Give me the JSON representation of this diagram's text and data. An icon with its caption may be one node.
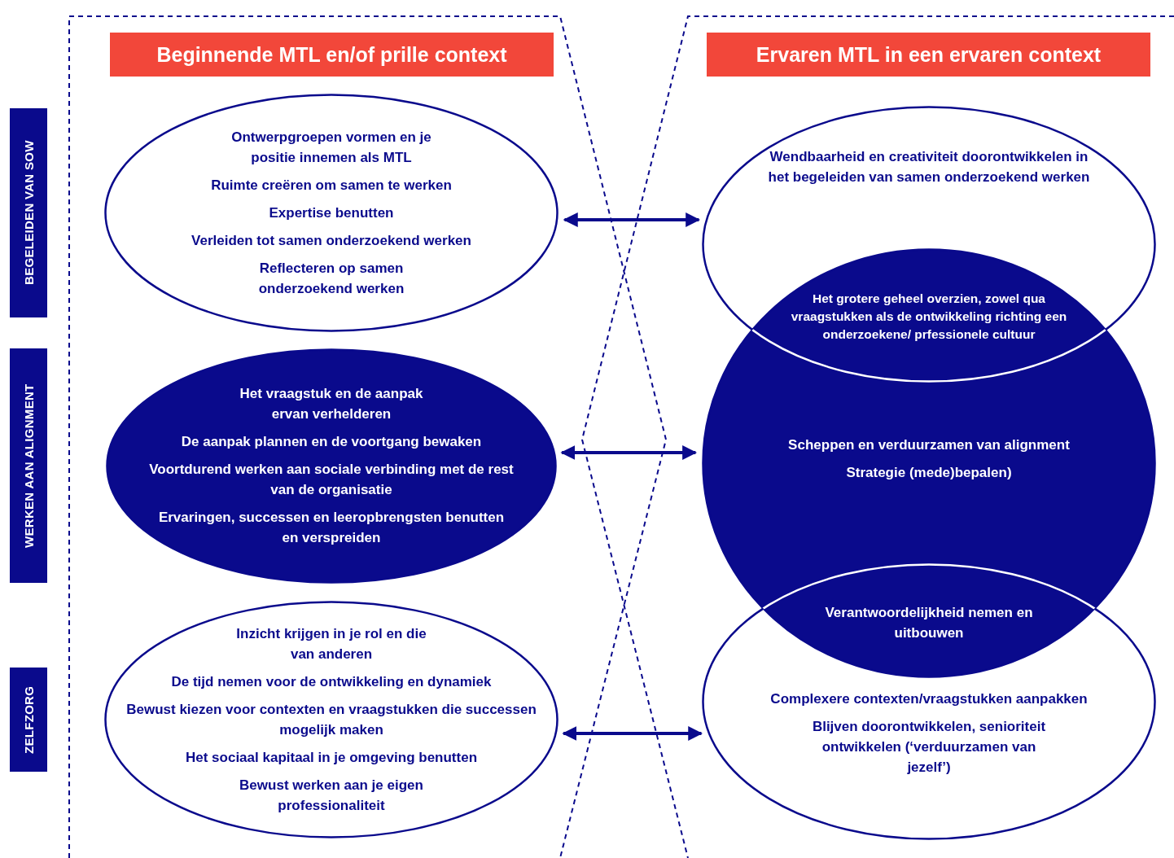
{
  "diagram": {
    "nodes": [
      {
        "text": [
          "Beginnende MTL en/of prille context"
        ]
      },
      {
        "text": [
          "Ervaren MTL in een ervaren context"
        ]
      },
      {
        "text": [
          "BEGELEIDEN VAN SOW"
        ]
      },
      {
        "text": [
          "WERKEN AAN ALIGNMENT"
        ]
      },
      {
        "text": [
          "ZELFZORG"
        ]
      },
      {
        "text": [
          "Ontwerpgroepen vormen en je positie innemen als MTL",
          "Ruimte creëren om samen te werken",
          "Expertise benutten",
          "Verleiden tot samen onderzoekend werken",
          "Reflecteren op samen onderzoekend werken"
        ]
      },
      {
        "text": [
          "Het vraagstuk en de aanpak ervan verhelderen",
          "De aanpak plannen en de voortgang bewaken",
          "Voortdurend werken aan sociale verbinding met de rest van de organisatie",
          "Ervaringen, successen en leeropbrengsten benutten en verspreiden"
        ]
      },
      {
        "text": [
          "Inzicht krijgen in je rol en die van anderen",
          "De tijd nemen voor de ontwikkeling en dynamiek",
          "Bewust kiezen voor contexten en vraagstukken die successen mogelijk maken",
          "Het sociaal kapitaal in je omgeving benutten",
          "Bewust werken aan je eigen professionaliteit"
        ]
      },
      {
        "text": [
          "Wendbaarheid en creativiteit doorontwikkelen in het begeleiden van samen onderzoekend werken"
        ]
      },
      {
        "text": [
          "Scheppen en verduurzamen van alignment",
          "Strategie (mede)bepalen)"
        ]
      },
      {
        "text": [
          "Complexere contexten/vraagstukken aanpakken",
          "Blijven doorontwikkelen, senioriteit ontwikkelen (‘verduurzamen van jezelf’)"
        ]
      }
    ],
    "edges": [
      {
        "from": 5,
        "to": 8,
        "arrow": "both"
      },
      {
        "from": 6,
        "to": 9,
        "arrow": "both"
      },
      {
        "from": 7,
        "to": 10,
        "arrow": "both"
      }
    ],
    "labels": [
      "Het grotere geheel overzien, zowel qua vraagstukken als de ontwikkeling richting een onderzoekene/ prfessionele cultuur",
      "Verantwoordelijkheid nemen en uitbouwen"
    ]
  }
}
